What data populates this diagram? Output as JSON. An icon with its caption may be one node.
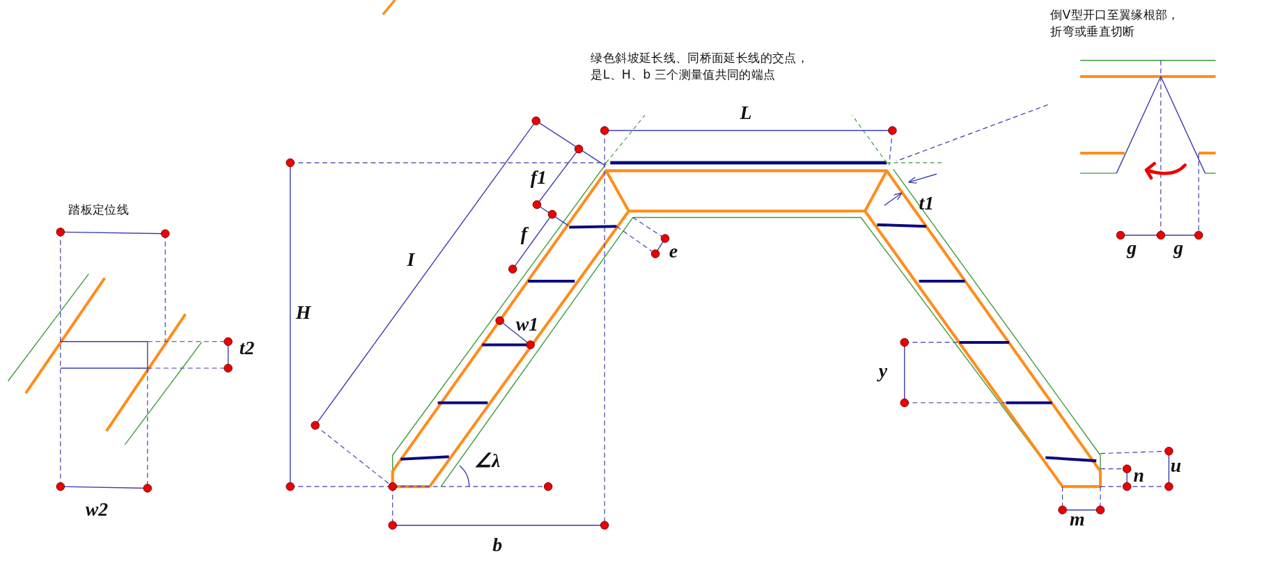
{
  "diagram": {
    "nodes": [
      {
        "text": [
          "倒V型开口至翼缘根部，折弯或垂直切断"
        ]
      },
      {
        "text": [],
        "shape": "picture"
      }
    ],
    "edges": [
      {
        "from": 0,
        "to": 1,
        "arrow": "none",
        "style": "dashed"
      }
    ],
    "labels": [
      "绿色斜坡延长线、同桥面延长线的交点，是L、H、b 三个测量值共同的端点",
      "L",
      "f1",
      "t1",
      "踏板定位线",
      "f",
      "e",
      "g",
      "g",
      "I",
      "H",
      "w1",
      "t2",
      "y",
      "∠λ",
      "u",
      "n",
      "w2",
      "m",
      "b"
    ]
  }
}
